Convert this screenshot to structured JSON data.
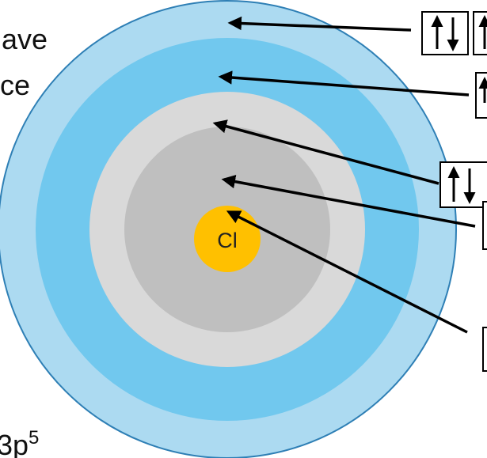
{
  "colors": {
    "outer_shell": "#acdaf1",
    "outer_shell_stroke": "#2e7fb5",
    "middle_shell": "#71c8ee",
    "inner_light_shell": "#d9d9d9",
    "inner_dark_shell": "#bfbfbf",
    "nucleus": "#ffc000",
    "arrow": "#000000"
  },
  "nucleus_label": "Cl",
  "side_text": {
    "line1": "ave",
    "line2": "ce",
    "config_base": "3p",
    "config_exp": "5"
  }
}
